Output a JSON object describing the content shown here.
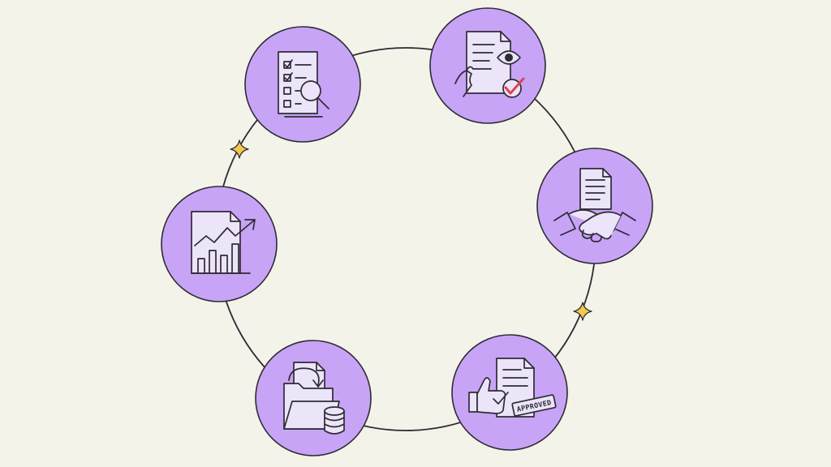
{
  "diagram": {
    "type": "cycle",
    "steps": [
      {
        "id": "review-checklist",
        "icon": "checklist-magnifier-icon"
      },
      {
        "id": "document-inspection",
        "icon": "document-eye-check-icon"
      },
      {
        "id": "agreement",
        "icon": "document-handshake-icon"
      },
      {
        "id": "approval",
        "icon": "thumbs-up-approved-stamp-icon",
        "stamp_text": "APPROVED"
      },
      {
        "id": "data-storage",
        "icon": "folder-database-icon"
      },
      {
        "id": "performance-report",
        "icon": "growth-chart-icon"
      }
    ],
    "markers": [
      {
        "icon": "sparkle-icon",
        "color": "#f2c94c"
      },
      {
        "icon": "sparkle-icon",
        "color": "#f2c94c"
      }
    ],
    "colors": {
      "background": "#f3f3ea",
      "node_fill": "#c7a4f6",
      "line": "#2e2b33",
      "check_mark": "#e0424f",
      "sparkle": "#f2c94c"
    }
  }
}
